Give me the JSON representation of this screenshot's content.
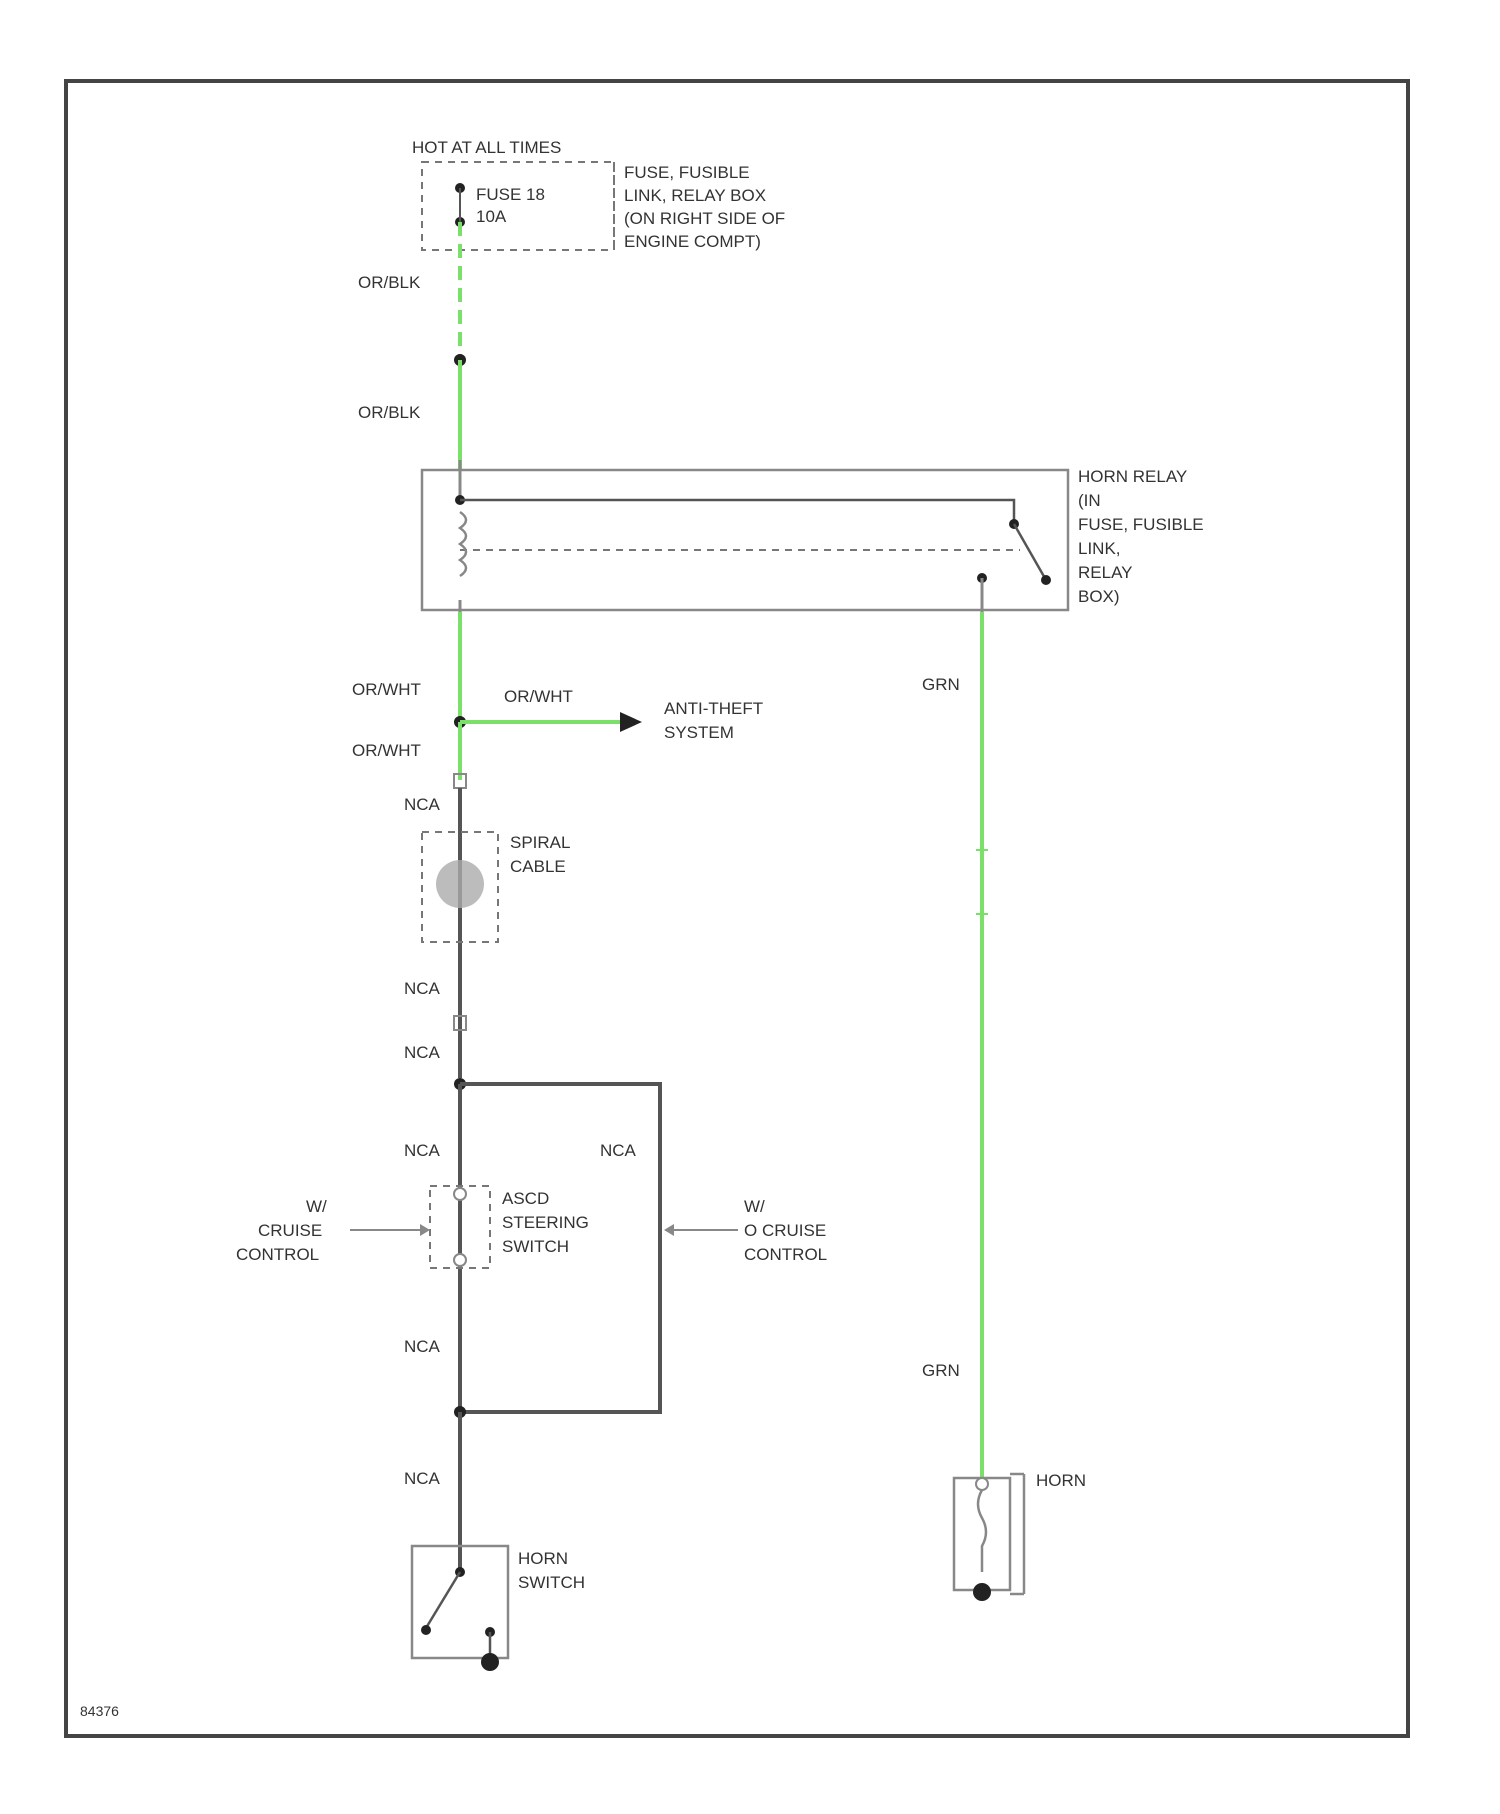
{
  "labels": {
    "hot_at_all_times": "HOT AT ALL TIMES",
    "fuse_name": "FUSE 18",
    "fuse_rating": "10A",
    "fuse_box": [
      "FUSE, FUSIBLE",
      "LINK, RELAY BOX",
      "(ON RIGHT SIDE OF",
      "ENGINE COMPT)"
    ],
    "wire_or_blk_1": "OR/BLK",
    "wire_or_blk_2": "OR/BLK",
    "horn_relay": [
      "HORN RELAY",
      "(IN",
      "FUSE, FUSIBLE",
      "LINK,",
      "RELAY",
      "BOX)"
    ],
    "wire_or_wht_1": "OR/WHT",
    "wire_or_wht_2": "OR/WHT",
    "wire_or_wht_3": "OR/WHT",
    "anti_theft": [
      "ANTI-THEFT",
      "SYSTEM"
    ],
    "wire_grn_1": "GRN",
    "wire_grn_2": "GRN",
    "nca_1": "NCA",
    "spiral_cable": [
      "SPIRAL",
      "CABLE"
    ],
    "nca_2": "NCA",
    "nca_3": "NCA",
    "nca_4": "NCA",
    "nca_5": "NCA",
    "nca_6": "NCA",
    "nca_7": "NCA",
    "cruise_left": [
      "W/",
      "CRUISE",
      "CONTROL"
    ],
    "steering_switch": [
      "ASCD",
      "STEERING",
      "SWITCH"
    ],
    "cruise_right": [
      "W/",
      "O CRUISE",
      "CONTROL"
    ],
    "horn_switch": [
      "HORN",
      "SWITCH"
    ],
    "horn": "HORN",
    "note": "84376"
  },
  "colors": {
    "wire_green": "#7ae06a",
    "wire_gray": "#555555",
    "frame": "#444444"
  }
}
